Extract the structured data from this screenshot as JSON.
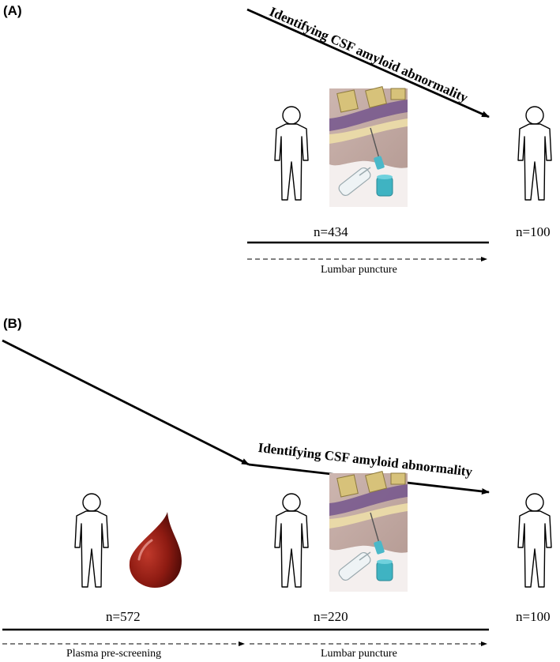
{
  "panel_a": {
    "label": "(A)",
    "arrow_label": "Identifying CSF amyloid abnormality",
    "count_start": "n=434",
    "count_end": "n=100",
    "stage_label": "Lumbar puncture"
  },
  "panel_b": {
    "label": "(B)",
    "arrow_label": "Identifying CSF amyloid abnormality",
    "count_start": "n=572",
    "count_mid": "n=220",
    "count_end": "n=100",
    "stage1_label": "Plasma pre-screening",
    "stage2_label": "Lumbar puncture"
  },
  "icons": [
    "person-icon",
    "lumbar-puncture-illustration",
    "blood-drop-icon"
  ]
}
